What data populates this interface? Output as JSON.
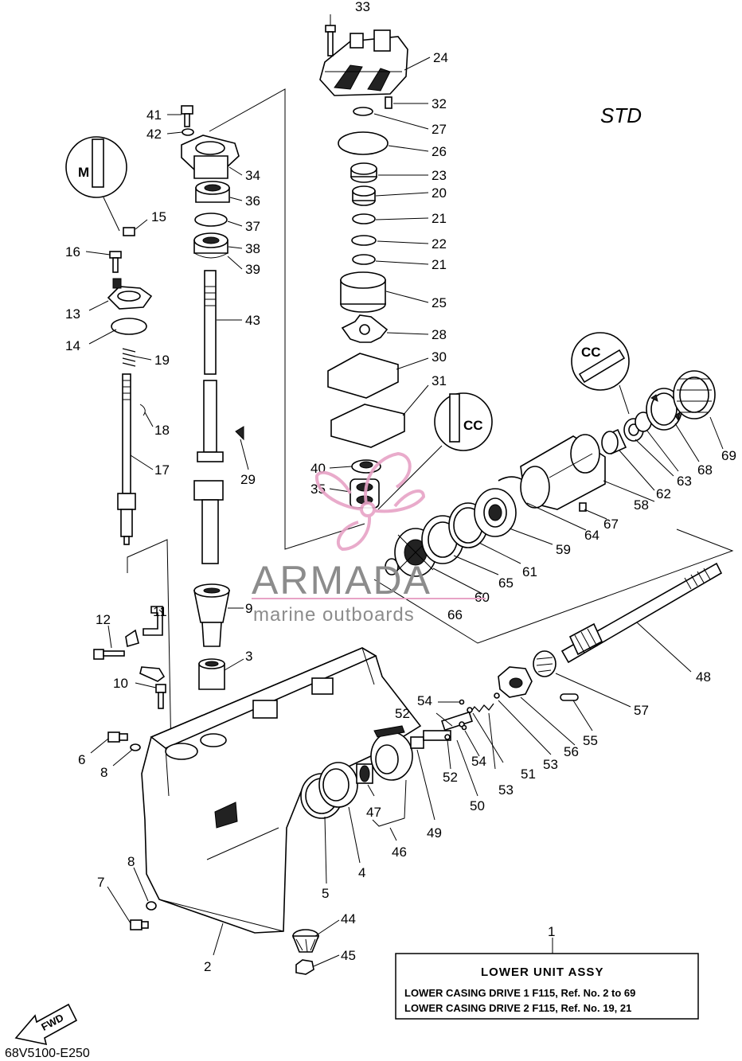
{
  "diagram": {
    "std_label": "STD",
    "reference_code": "68V5100-E250",
    "watermark": {
      "brand": "ARMADA",
      "tagline": "marine outboards",
      "brand_color": "#8c8c8c",
      "accent_color": "#e7a3c6"
    },
    "legend": {
      "callout_number": "1",
      "title": "LOWER UNIT ASSY",
      "lines": [
        "LOWER CASING DRIVE 1 F115,   Ref. No. 2 to 69",
        "LOWER CASING DRIVE 2 F115,   Ref. No. 19, 21"
      ]
    },
    "fwd_label": "FWD",
    "callouts": [
      "33",
      "24",
      "32",
      "27",
      "26",
      "23",
      "20",
      "21",
      "22",
      "21",
      "25",
      "28",
      "30",
      "31",
      "40",
      "35",
      "41",
      "42",
      "34",
      "36",
      "37",
      "38",
      "39",
      "43",
      "15",
      "16",
      "13",
      "14",
      "19",
      "18",
      "17",
      "29",
      "9",
      "3",
      "11",
      "12",
      "10",
      "6",
      "8",
      "8",
      "7",
      "2",
      "44",
      "45",
      "5",
      "4",
      "46",
      "47",
      "49",
      "50",
      "52",
      "52",
      "53",
      "53",
      "54",
      "54",
      "51",
      "56",
      "55",
      "57",
      "48",
      "66",
      "60",
      "65",
      "61",
      "59",
      "64",
      "67",
      "58",
      "62",
      "63",
      "68",
      "69"
    ]
  }
}
